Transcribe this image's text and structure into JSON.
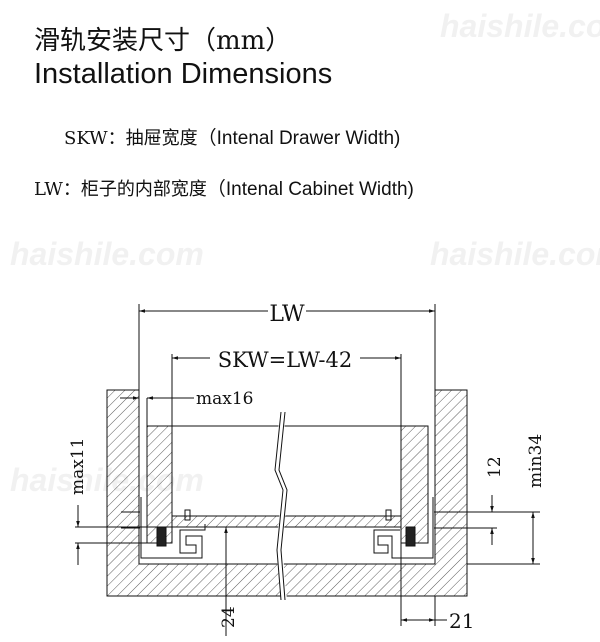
{
  "title_cn": "滑轨安装尺寸（mm）",
  "title_en": "Installation Dimensions",
  "definitions": [
    {
      "code": "SKW：",
      "cn": "抽屉宽度",
      "en": "（Intenal Drawer Width)"
    },
    {
      "code": "LW：",
      "cn": "柜子的内部宽度",
      "en": "（Intenal Cabinet Width)"
    }
  ],
  "watermark": "haishile.com",
  "dimensions": {
    "lw": "LW",
    "skw": "SKW=LW-42",
    "max16": "max16",
    "max11": "max11",
    "d12": "12",
    "min34": "min34",
    "d24": "24",
    "d21": "21"
  }
}
